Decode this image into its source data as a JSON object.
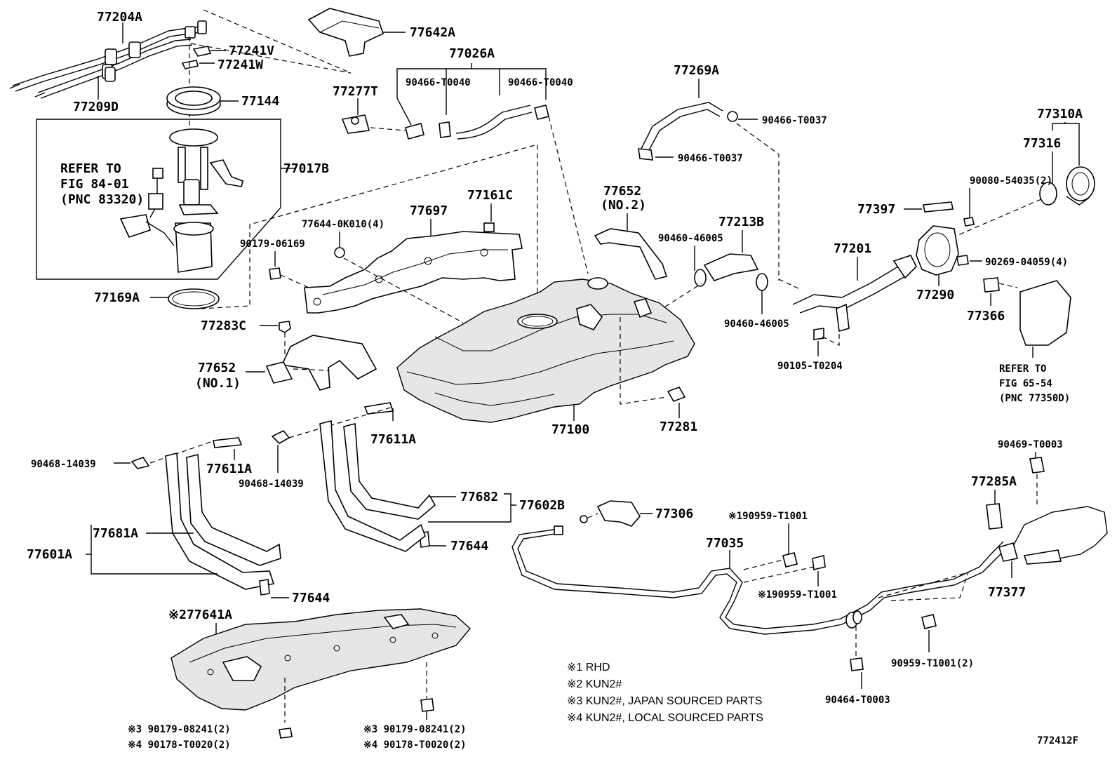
{
  "labels": {
    "p77204A": "77204A",
    "p77209D": "77209D",
    "p77241V": "77241V",
    "p77241W": "77241W",
    "p77144": "77144",
    "p77017B": "77017B",
    "refer1_l1": "REFER TO",
    "refer1_l2": "FIG 84-01",
    "refer1_l3": "(PNC 83320)",
    "p77169A": "77169A",
    "p77283C": "77283C",
    "p77652_1": "77652",
    "p77652_1b": "(NO.1)",
    "p77642A": "77642A",
    "p77026A": "77026A",
    "p77277T": "77277T",
    "p90466_T0040a": "90466-T0040",
    "p90466_T0040b": "90466-T0040",
    "p77161C": "77161C",
    "p77697": "77697",
    "p77644_0K010": "77644-0K010(4)",
    "p90179_06169": "90179-06169",
    "p77269A": "77269A",
    "p90466_T0037a": "90466-T0037",
    "p90466_T0037b": "90466-T0037",
    "p77652_2": "77652",
    "p77652_2b": "(NO.2)",
    "p77213B": "77213B",
    "p90460_46005a": "90460-46005",
    "p90460_46005b": "90460-46005",
    "p77201": "77201",
    "p90105_T0204": "90105-T0204",
    "p77310A": "77310A",
    "p77316": "77316",
    "p90080_54035": "90080-54035(2)",
    "p77397": "77397",
    "p77290": "77290",
    "p90269_04059": "90269-04059(4)",
    "p77366": "77366",
    "refer2_l1": "REFER TO",
    "refer2_l2": "FIG 65-54",
    "refer2_l3": "(PNC 77350D)",
    "p77100": "77100",
    "p77281": "77281",
    "p77611A_a": "77611A",
    "p77611A_b": "77611A",
    "p90468_14039a": "90468-14039",
    "p90468_14039b": "90468-14039",
    "p77681A": "77681A",
    "p77601A": "77601A",
    "p77682": "77682",
    "p77602B": "77602B",
    "p77644_a": "77644",
    "p77644_b": "77644",
    "p77306": "77306",
    "p77035": "77035",
    "p90959_T1001a": "※190959-T1001",
    "p90959_T1001b": "※190959-T1001",
    "p90959_T1001c": "90959-T1001(2)",
    "p90469_T0003": "90469-T0003",
    "p77285A": "77285A",
    "p77377": "77377",
    "p90464_T0003": "90464-T0003",
    "p77641A": "※277641A",
    "p90179_08241a": "※3  90179-08241(2)",
    "p90178_T0020a": "※4  90178-T0020(2)",
    "p90179_08241b": "※3 90179-08241(2)",
    "p90178_T0020b": "※4 90178-T0020(2)",
    "diagram_id": "772412F"
  },
  "notes": [
    "※1 RHD",
    "※2 KUN2#",
    "※3 KUN2#, JAPAN SOURCED PARTS",
    "※4 KUN2#, LOCAL SOURCED PARTS"
  ]
}
